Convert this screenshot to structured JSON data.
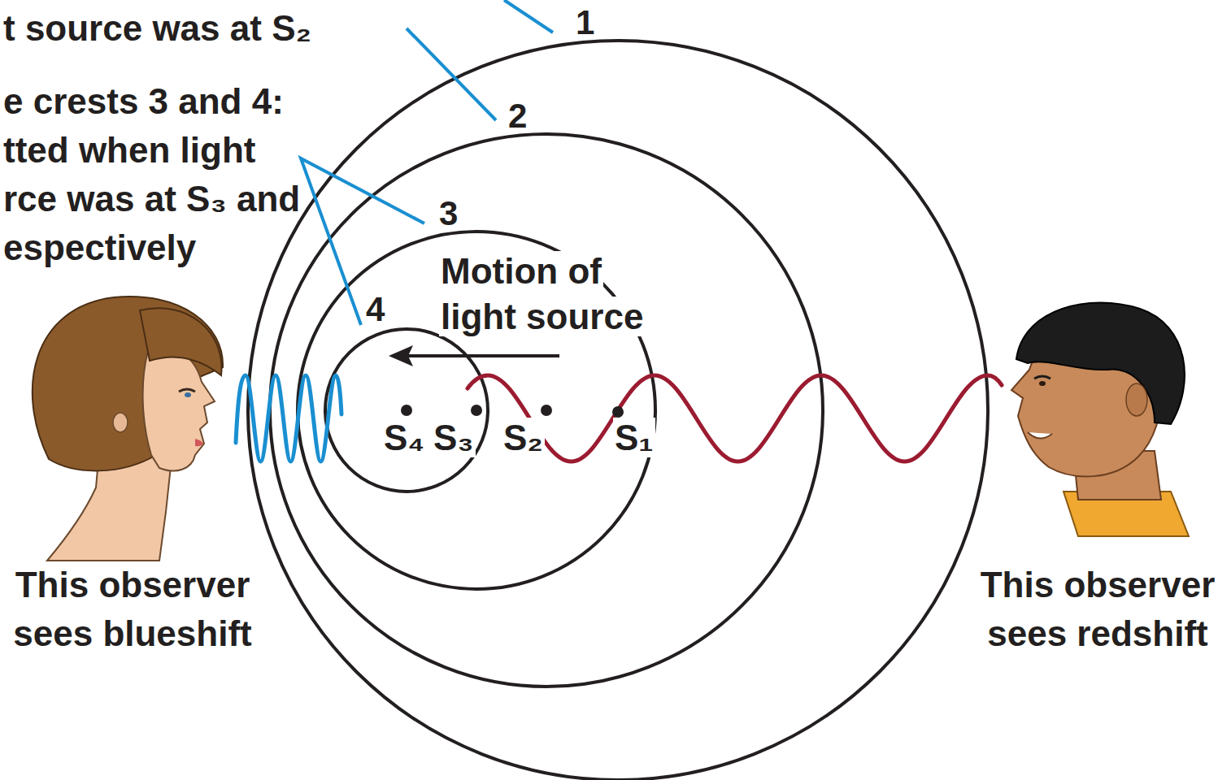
{
  "diagram": {
    "labels": [
      "t source was at S₂",
      "e crests 3 and 4: tted when light rce was at S₃ and espectively",
      "1",
      "2",
      "3",
      "4",
      "Motion of light source",
      "S₄",
      "S₃",
      "S₂",
      "S₁",
      "This observer sees blueshift",
      "This observer sees redshift"
    ]
  }
}
